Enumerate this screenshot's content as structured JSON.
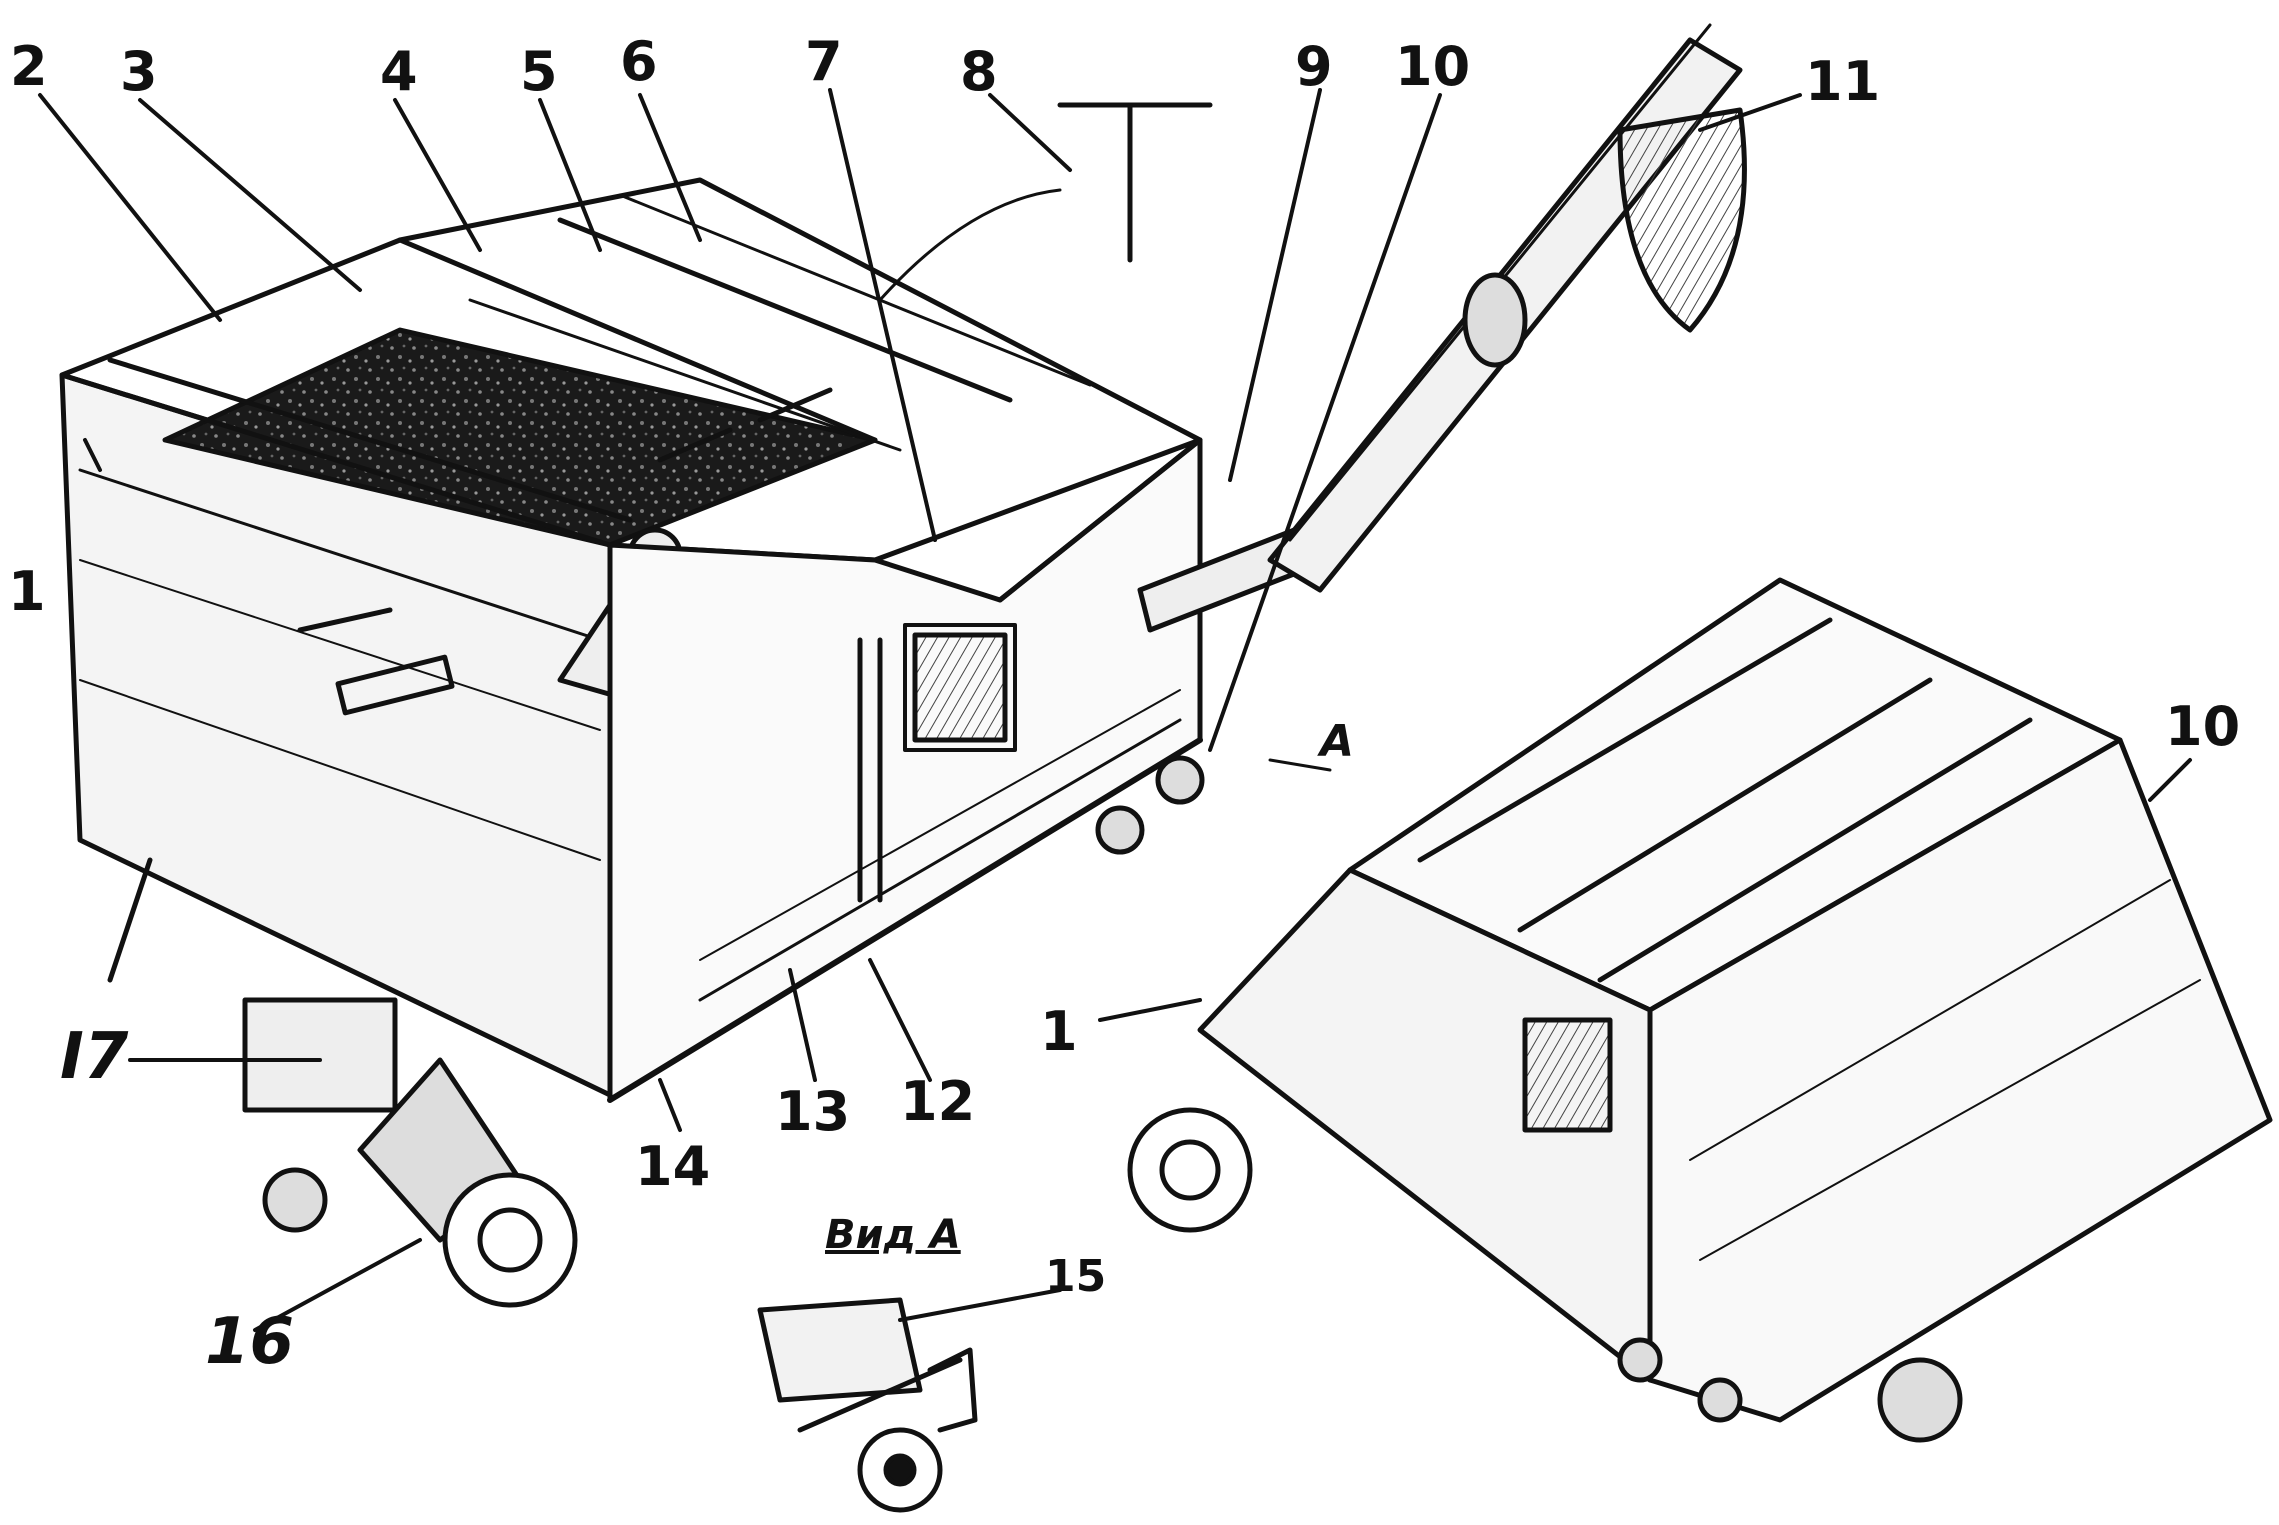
{
  "labels": {
    "n1": "1",
    "n2": "2",
    "n3": "3",
    "n4": "4",
    "n5": "5",
    "n6": "6",
    "n7": "7",
    "n8": "8",
    "n9": "9",
    "n10": "10",
    "n11": "11",
    "n12": "12",
    "n13": "13",
    "n14": "14",
    "n15": "15",
    "n16": "16",
    "n17": "I7",
    "n1b": "1",
    "n10b": "10",
    "arrowA": "A",
    "viewA": "Вид А"
  }
}
